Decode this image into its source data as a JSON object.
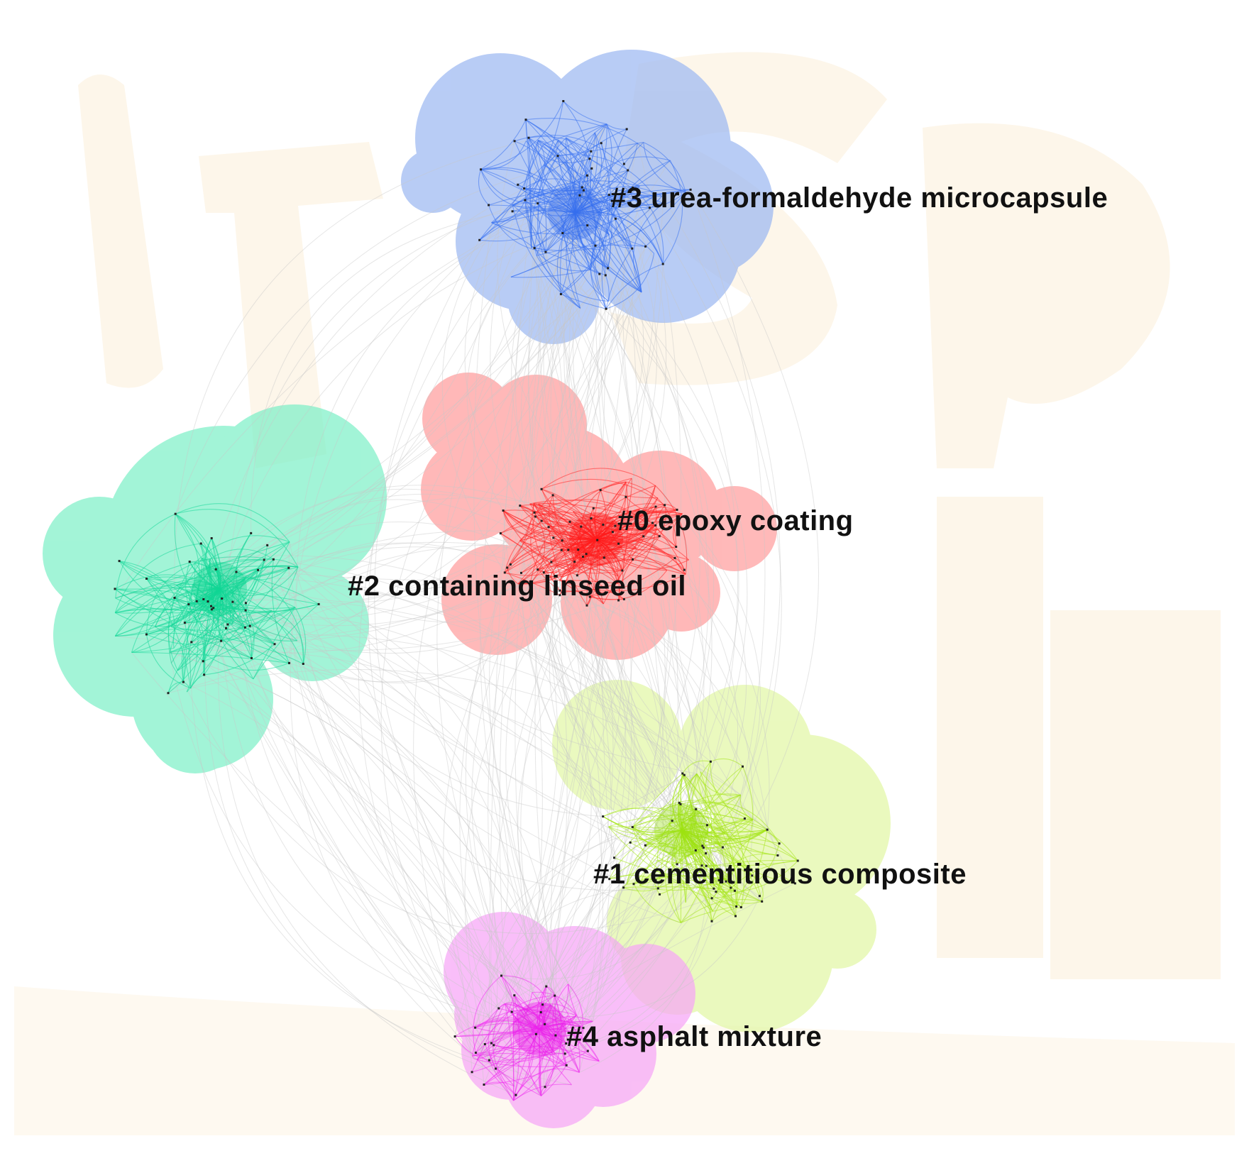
{
  "colors": {
    "background": "#ffffff",
    "watermark": "#fdf6ea",
    "link_gray": "#c8c8c8",
    "node": "#222222"
  },
  "clusters": [
    {
      "id": "cluster-0",
      "label": "#0 epoxy coating",
      "fill": "#ff9e9e",
      "line": "#ff2a2a",
      "hub": "#ff0000"
    },
    {
      "id": "cluster-1",
      "label": "#1 cementitious composite",
      "fill": "#e2f7a6",
      "line": "#a6e61a",
      "hub": "#8fdc00"
    },
    {
      "id": "cluster-2",
      "label": "#2 containing linseed oil",
      "fill": "#7ff0c8",
      "line": "#19d99b",
      "hub": "#00d08a"
    },
    {
      "id": "cluster-3",
      "label": "#3 urea-formaldehyde microcapsule",
      "fill": "#9db9f2",
      "line": "#3b73f0",
      "hub": "#2f66ec"
    },
    {
      "id": "cluster-4",
      "label": "#4 asphalt mixture",
      "fill": "#f7a6f7",
      "line": "#ee33ee",
      "hub": "#e600e6"
    }
  ]
}
